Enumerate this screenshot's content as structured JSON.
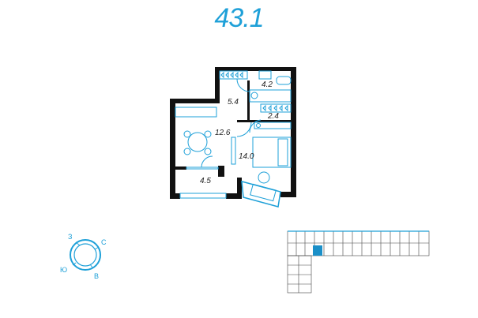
{
  "apartment": {
    "area": "43.1"
  },
  "rooms": [
    {
      "name": "hall",
      "area": "5.4"
    },
    {
      "name": "bathroom",
      "area": "4.2"
    },
    {
      "name": "wardrobe",
      "area": "2.4"
    },
    {
      "name": "kitchen",
      "area": "12.6"
    },
    {
      "name": "bedroom",
      "area": "14.0"
    },
    {
      "name": "balcony",
      "area": "4.5"
    }
  ],
  "compass": {
    "north": "С",
    "south": "Ю",
    "west": "З",
    "east": "В"
  },
  "colors": {
    "accent": "#1ea0d8",
    "wall": "#111111"
  }
}
